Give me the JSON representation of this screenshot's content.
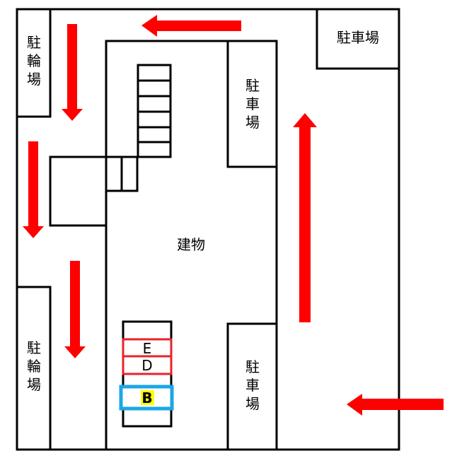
{
  "colors": {
    "arrow": "#ff0000",
    "outline": "#000000",
    "slot_highlight": "#e8232a",
    "selected_border": "#1aa7e6",
    "selected_label_bg": "#ffff00"
  },
  "labels": {
    "bicycle_parking_top_left": "駐輪場",
    "bicycle_parking_bottom_left": "駐輪場",
    "parking_top_right": "駐車場",
    "parking_mid_right": "駐車場",
    "parking_bottom_right": "駐車場",
    "building": "建物"
  },
  "slots": {
    "e_label": "E",
    "d_label": "D",
    "b_label": "B"
  },
  "arrows": {
    "direction_top": "left",
    "direction_left_1": "down",
    "direction_left_2": "down",
    "direction_left_3": "down",
    "direction_right": "up",
    "direction_bottom_right": "left"
  }
}
